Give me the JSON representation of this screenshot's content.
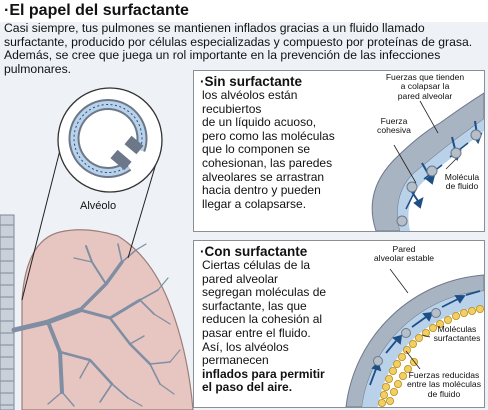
{
  "title": "·El papel del surfactante",
  "intro": "Casi siempre, tus pulmones se mantienen inflados gracias a un fluido llamado surfactante, producido por células especializadas y compuesto por proteínas de grasa. Además, se cree que juega un rol importante en la prevención de las infecciones pulmonares.",
  "lung": {
    "alveolo_label": "Alvéolo"
  },
  "sin": {
    "heading": "·Sin surfactante",
    "text_lines": [
      "los alvéolos están",
      "recubiertos",
      "de un líquido acuoso,",
      "pero como las moléculas",
      "que lo componen se",
      "cohesionan, las paredes",
      "alveolares se arrastran",
      "hacia dentro y pueden",
      "llegar a colapsarse."
    ],
    "labels": {
      "fuerzas_colapsar": [
        "Fuerzas que tienden",
        "a colapsar la",
        "pared alveolar"
      ],
      "fuerza_cohesiva": [
        "Fuerza",
        "cohesiva"
      ],
      "molecula_fluido": [
        "Molécula",
        "de fluido"
      ]
    }
  },
  "con": {
    "heading": "·Con surfactante",
    "text_lines": [
      "Ciertas células de la",
      "pared alveolar",
      "segregan moléculas de",
      "surfactante, las que",
      "reducen la cohesión al",
      "pasar entre el fluido.",
      "Así, los alvéolos",
      "permanecen"
    ],
    "text_bold_lines": [
      "inflados para permitir",
      "el paso del aire."
    ],
    "labels": {
      "pared_estable": [
        "Pared",
        "alveolar estable"
      ],
      "moleculas_surfactantes": [
        "Moléculas",
        "surfactantes"
      ],
      "fuerzas_reducidas": [
        "Fuerzas reducidas",
        "entre las moléculas",
        "de fluido"
      ]
    }
  },
  "colors": {
    "wall": "#a9b4c3",
    "wall_dark": "#6c7889",
    "fluid": "#b9d2ea",
    "arrow": "#1d4f86",
    "molecule": "#b6bec9",
    "surfactant": "#f3cf63",
    "lung_tissue": "#e7c6c1",
    "bronchi": "#7f8ea3"
  }
}
